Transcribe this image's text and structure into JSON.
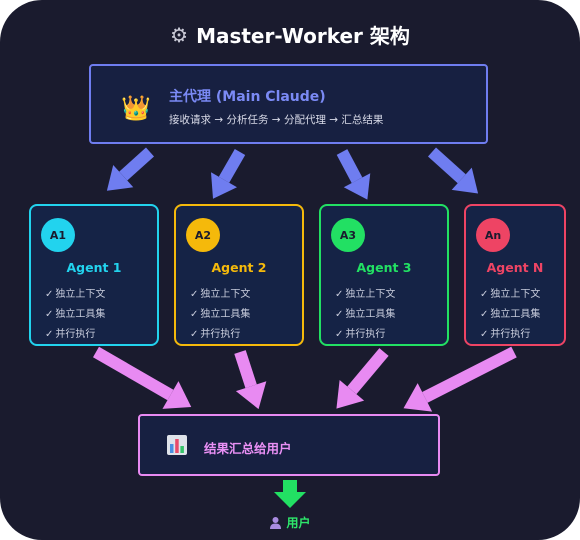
{
  "title": "Master-Worker 架构",
  "main_agent": {
    "title": "主代理 (Main Claude)",
    "description": "接收请求 → 分析任务 → 分配代理 → 汇总结果"
  },
  "agents": [
    {
      "badge": "A1",
      "name": "Agent 1",
      "color": "#22d3ee",
      "features": [
        "独立上下文",
        "独立工具集",
        "并行执行"
      ]
    },
    {
      "badge": "A2",
      "name": "Agent 2",
      "color": "#f5b90b",
      "features": [
        "独立上下文",
        "独立工具集",
        "并行执行"
      ]
    },
    {
      "badge": "A3",
      "name": "Agent 3",
      "color": "#22e063",
      "features": [
        "独立上下文",
        "独立工具集",
        "并行执行"
      ]
    },
    {
      "badge": "An",
      "name": "Agent N",
      "color": "#ee4464",
      "features": [
        "独立上下文",
        "独立工具集",
        "并行执行"
      ]
    }
  ],
  "result": {
    "label": "结果汇总给用户"
  },
  "user": {
    "label": "用户"
  },
  "colors": {
    "background": "#1a1b2e",
    "main_border": "#6f7df0",
    "down_arrow": "#6f7df0",
    "up_arrow": "#e88af2",
    "user_arrow": "#22e063"
  },
  "icons": {
    "title": "gear-icon",
    "main": "crown-icon",
    "result": "bar-chart-icon",
    "user": "user-icon"
  }
}
